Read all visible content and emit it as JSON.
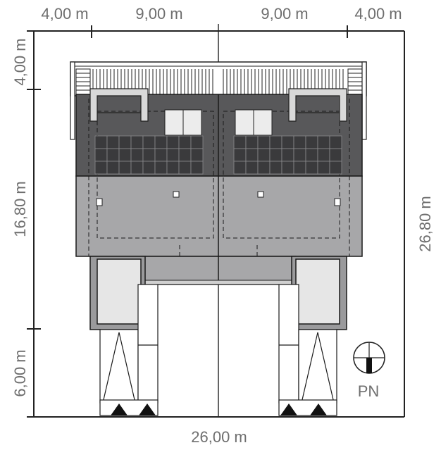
{
  "dimensions": {
    "top": [
      "4,00 m",
      "9,00 m",
      "9,00 m",
      "4,00 m"
    ],
    "left": [
      "4,00 m",
      "16,80 m",
      "6,00 m"
    ],
    "right": "26,80 m",
    "bottom": "26,00 m"
  },
  "north_label": "PN",
  "colors": {
    "roof_dark": "#58585a",
    "roof_light": "#a7a7a9",
    "solar_panel": "#3a3a3c",
    "line": "#1a1a1a",
    "dim_text": "#6e6e6e"
  }
}
